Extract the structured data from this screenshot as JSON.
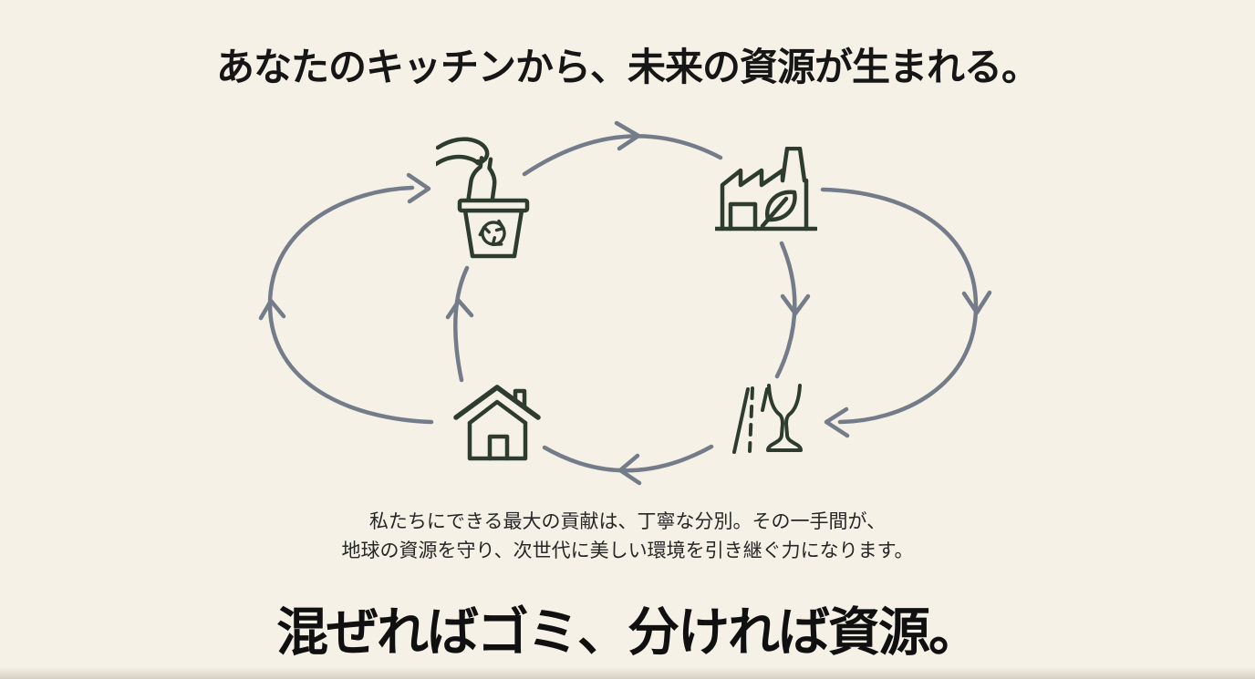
{
  "page": {
    "background_color": "#f5f1e6",
    "icon_stroke_color": "#2e3c30",
    "arrow_color": "#747c89",
    "title_color": "#161616",
    "caption_color": "#262626",
    "slogan_color": "#101010"
  },
  "header": {
    "title": "あなたのキッチンから、未来の資源が生まれる。"
  },
  "diagram": {
    "type": "recycling-cycle",
    "nodes": [
      {
        "id": "sorting",
        "icon": "hand-bottle-recycle-bin-icon"
      },
      {
        "id": "factory",
        "icon": "recycling-factory-leaf-icon"
      },
      {
        "id": "products",
        "icon": "road-and-glass-icon"
      },
      {
        "id": "home",
        "icon": "house-icon"
      }
    ],
    "flow": [
      "sorting",
      "factory",
      "products",
      "home",
      "sorting"
    ]
  },
  "caption": {
    "line1": "私たちにできる最大の貢献は、丁寧な分別。その一手間が、",
    "line2": "地球の資源を守り、次世代に美しい環境を引き継ぐ力になります。"
  },
  "slogan": {
    "text": "混ぜればゴミ、分ければ資源。"
  }
}
